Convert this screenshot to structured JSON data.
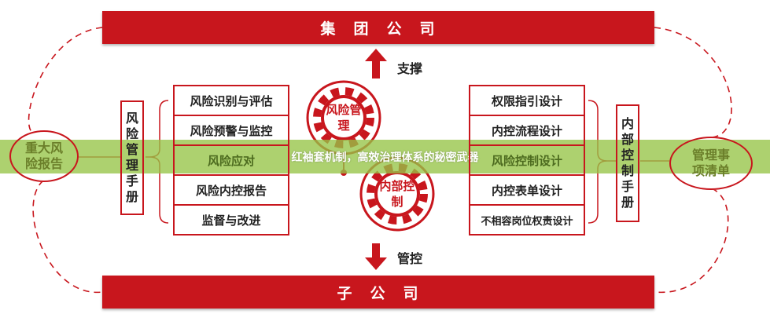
{
  "top_bar": {
    "label": "集　团　公　司"
  },
  "bottom_bar": {
    "label": "子　公　司"
  },
  "arrows": {
    "up_label": "支撑",
    "down_label": "管控"
  },
  "gears": {
    "risk": "风险管理",
    "control": "内部控制"
  },
  "left": {
    "oval": "重大风险报告",
    "manual": "风险管理手册",
    "items": [
      "风险识别与评估",
      "风险预警与监控",
      "风险应对",
      "风险内控报告",
      "监督与改进"
    ]
  },
  "right": {
    "oval": "管理事项清单",
    "manual": "内部控制手册",
    "items": [
      "权限指引设计",
      "内控流程设计",
      "风险控制设计",
      "内控表单设计",
      "不相容岗位权责设计"
    ]
  },
  "overlay": {
    "caption": "红袖套机制，高效治理体系的秘密武器"
  },
  "colors": {
    "primary": "#c8161d",
    "overlay": "#96c446"
  }
}
